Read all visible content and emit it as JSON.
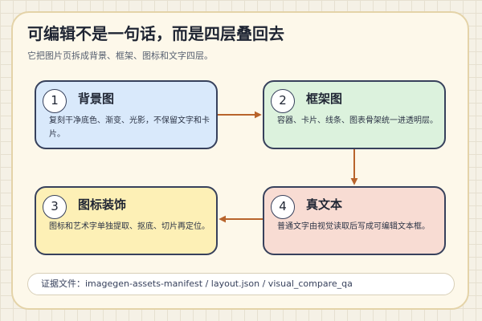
{
  "header": {
    "title": "可编辑不是一句话，而是四层叠回去",
    "subtitle": "它把图片页拆成背景、框架、图标和文字四层。"
  },
  "nodes": [
    {
      "number": "1",
      "title": "背景图",
      "description": "复刻干净底色、渐变、光影，不保留文字和卡片。"
    },
    {
      "number": "2",
      "title": "框架图",
      "description": "容器、卡片、线条、图表骨架统一进透明层。"
    },
    {
      "number": "3",
      "title": "图标装饰",
      "description": "图标和艺术字单独提取、抠底、切片再定位。"
    },
    {
      "number": "4",
      "title": "真文本",
      "description": "普通文字由视觉读取后写成可编辑文本框。"
    }
  ],
  "footer": {
    "evidence": "证据文件：imagegen-assets-manifest / layout.json / visual_compare_qa"
  },
  "colors": {
    "arrow": "#b8642c",
    "node_border": "#37415c",
    "node1_fill": "#d9e9fb",
    "node2_fill": "#dcf2dd",
    "node3_fill": "#fdf0b6",
    "node4_fill": "#f8dcd3"
  }
}
